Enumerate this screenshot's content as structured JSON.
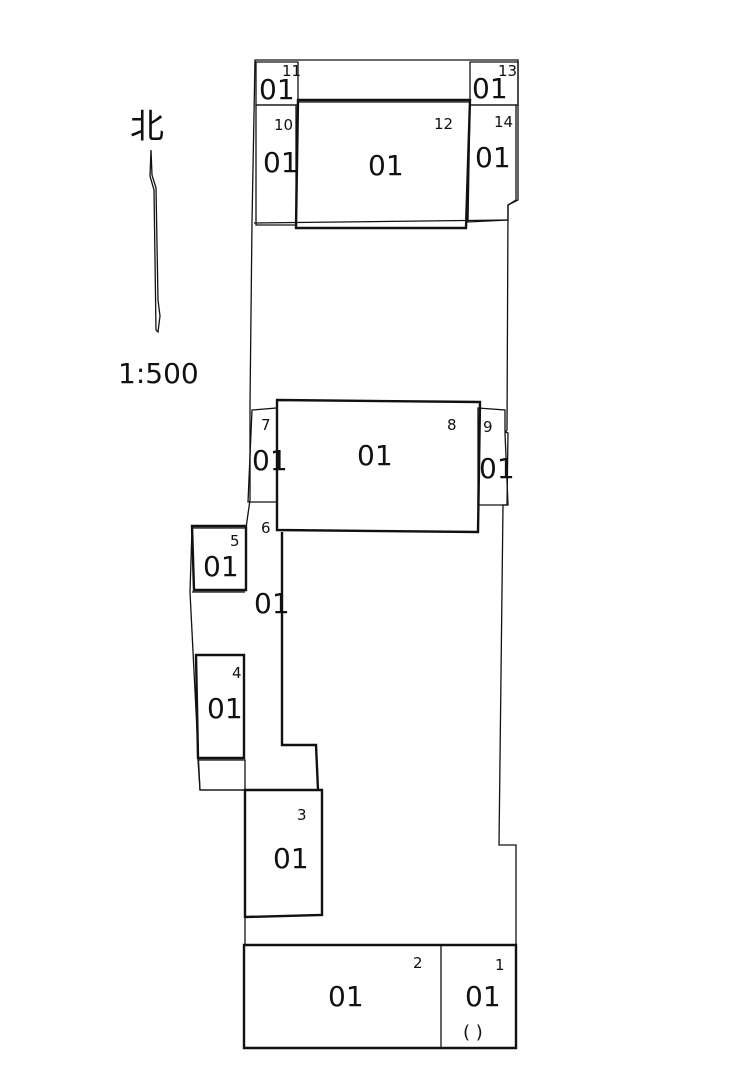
{
  "legend": {
    "north_label": "北",
    "scale": "1:500"
  },
  "units": [
    {
      "no": "1",
      "label": "01",
      "note": "( )"
    },
    {
      "no": "2",
      "label": "01"
    },
    {
      "no": "3",
      "label": "01"
    },
    {
      "no": "4",
      "label": "01"
    },
    {
      "no": "5",
      "label": "01"
    },
    {
      "no": "6",
      "label": "01"
    },
    {
      "no": "7",
      "label": "01"
    },
    {
      "no": "8",
      "label": "01"
    },
    {
      "no": "9",
      "label": "01"
    },
    {
      "no": "10",
      "label": "01"
    },
    {
      "no": "11",
      "label": "01"
    },
    {
      "no": "12",
      "label": "01"
    },
    {
      "no": "13",
      "label": "01"
    },
    {
      "no": "14",
      "label": "01"
    }
  ]
}
